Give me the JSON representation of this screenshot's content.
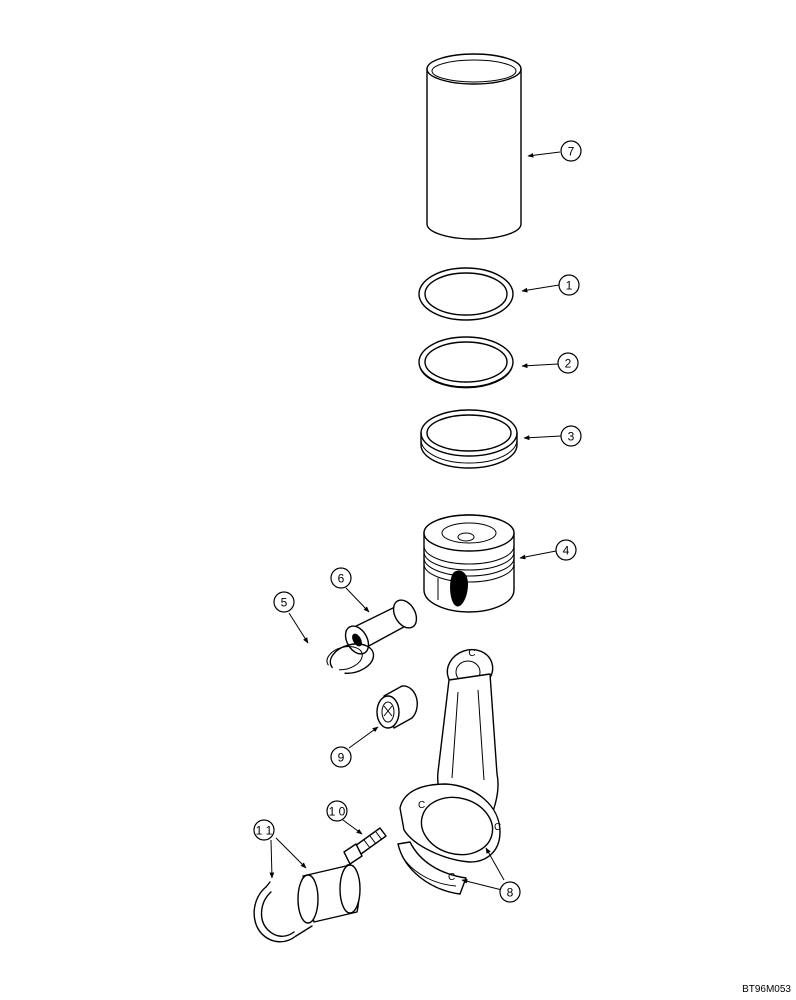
{
  "callouts": {
    "c1": "1",
    "c2": "2",
    "c3": "3",
    "c4": "4",
    "c5": "5",
    "c6": "6",
    "c7": "7",
    "c8": "8",
    "c9": "9",
    "c10": "1 0",
    "c11": "1 1"
  },
  "code": "BT96M053"
}
